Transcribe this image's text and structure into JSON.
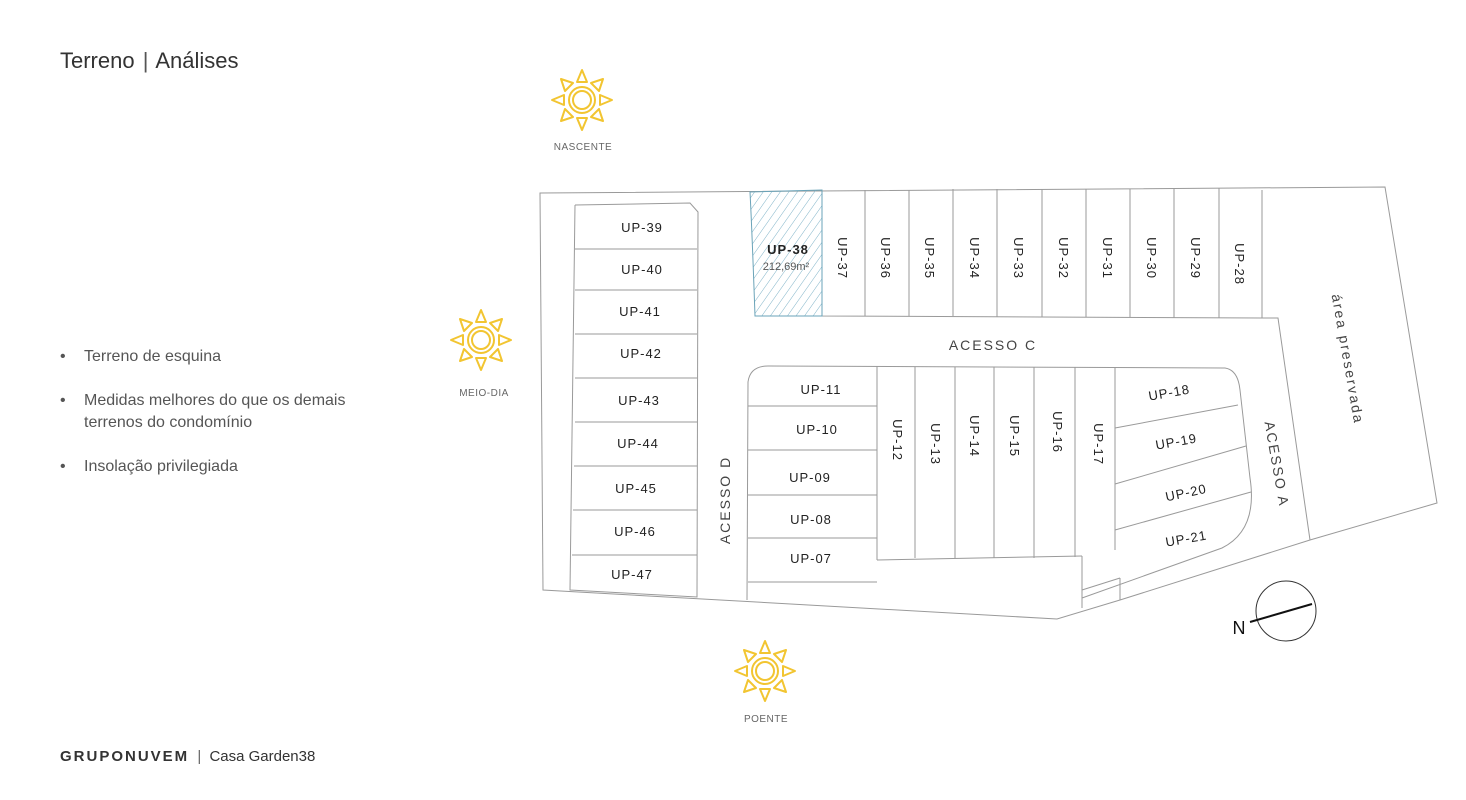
{
  "header": {
    "title_main": "Terreno",
    "title_sep": "|",
    "title_sub": "Análises"
  },
  "bullets": [
    {
      "line1": "Terreno de esquina",
      "line2": ""
    },
    {
      "line1": "Medidas melhores do que os demais",
      "line2": "terrenos do condomínio"
    },
    {
      "line1": "Insolação privilegiada",
      "line2": ""
    }
  ],
  "footer": {
    "brand": "GRUPONUVEM",
    "sep": "|",
    "project": "Casa Garden38"
  },
  "suns": {
    "nascente": "NASCENTE",
    "meio_dia": "MEIO-DIA",
    "poente": "POENTE"
  },
  "colors": {
    "sun": "#f2c531",
    "highlight": "#7fb3c8",
    "lines": "#9a9a9a"
  },
  "compass": {
    "label": "N"
  },
  "roads": {
    "acesso_c": "ACESSO C",
    "acesso_d": "ACESSO D",
    "acesso_a": "ACESSO A"
  },
  "area_preservada": "área preservada",
  "highlight_lot": {
    "label": "UP-38",
    "area": "212,69m²"
  },
  "lots": {
    "left_column": [
      "UP-39",
      "UP-40",
      "UP-41",
      "UP-42",
      "UP-43",
      "UP-44",
      "UP-45",
      "UP-46",
      "UP-47"
    ],
    "top_row": [
      "UP-37",
      "UP-36",
      "UP-35",
      "UP-34",
      "UP-33",
      "UP-32",
      "UP-31",
      "UP-30",
      "UP-29",
      "UP-28"
    ],
    "center_left": [
      "UP-11",
      "UP-10",
      "UP-09",
      "UP-08",
      "UP-07"
    ],
    "center_vertical": [
      "UP-12",
      "UP-13",
      "UP-14",
      "UP-15",
      "UP-16",
      "UP-17"
    ],
    "right_block": [
      "UP-18",
      "UP-19",
      "UP-20",
      "UP-21"
    ]
  }
}
